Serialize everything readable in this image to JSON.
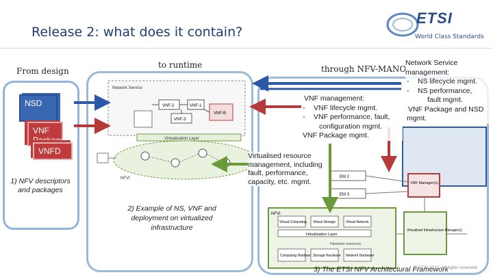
{
  "header": {
    "title": "Release 2: what does it contain?",
    "logo_word": "ETSI",
    "logo_tagline": "World Class Standards"
  },
  "labels": {
    "from_design": "From design",
    "to_runtime": "to runtime",
    "through_mano": "through NFV-MANO"
  },
  "design": {
    "nsd": "NSD",
    "vnf_package_line1": "VNF",
    "vnf_package_line2": "Package",
    "vnfd": "VNFD",
    "caption": "1) NFV descriptors and packages"
  },
  "runtime": {
    "caption": "2) Example of NS, VNF and deployment on virtualized infrastructure",
    "diagram_labels": {
      "network_service": "Network Service",
      "vnf2": "VNF-2",
      "vnf1": "VNF-1",
      "vnf3": "VNF-3",
      "vnfb": "VNF-B",
      "vl": "Virtualisation Layer",
      "nfvi": "NFVI"
    }
  },
  "mano": {
    "caption": "3) The ETSI NFV Architectural Framework",
    "copyright": "© ETSI 2017. All rights reserved",
    "vnfm_title": "VNF management:",
    "vnfm_items": [
      "VNF lifecycle mgmt.",
      "VNF performance, fault,"
    ],
    "vnfm_cont1": "configuration mgmt.",
    "vnfm_cont2": "VNF Package mgmt.",
    "ns_title1": "Network Service",
    "ns_title2": "management:",
    "ns_items": [
      "NS lifecycle mgmt.",
      "NS performance,"
    ],
    "ns_cont": "fault mgmt.",
    "ns_pkg1": "VNF Package and NSD",
    "ns_pkg2": "mgmt.",
    "vim_text": "Virtualised resource management, including fault, performance, capacity, etc. mgmt.",
    "fig_labels": {
      "em2": "EM 2",
      "em3": "EM 3",
      "vnf_manager": "VNF Manager(s)",
      "vim": "Virtualised Infrastructure Manager(s)",
      "vcomputing": "Virtual Computing",
      "vstorage": "Virtual Storage",
      "vnetwork": "Virtual Network",
      "vlayer": "Virtualisation Layer",
      "hw_resources": "Hardware resources",
      "chw": "Computing Hardware",
      "shw": "Storage Hardware",
      "nhw": "Network Hardware",
      "nfvi": "NFVI"
    }
  },
  "colors": {
    "title": "#1f3b73",
    "nsd_blue": "#3a67b2",
    "vnf_red": "#c03b3b",
    "panel_border": "#9ab8d8",
    "vnfm_red": "#b53a3a",
    "nfvo_blue": "#2c58a8",
    "vim_green": "#6b9a3a"
  }
}
